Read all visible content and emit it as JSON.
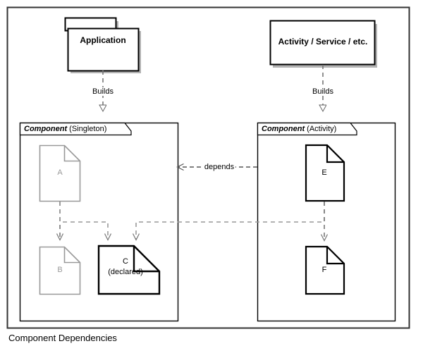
{
  "diagram": {
    "caption": "Component Dependencies",
    "frame": {
      "border_color": "#333333",
      "background": "#ffffff"
    },
    "colors": {
      "stroke_strong": "#000000",
      "stroke_faded": "#999999",
      "frame": "#333333",
      "shadow": "#b3b3b3",
      "arrow": "#666666"
    },
    "packages": [
      {
        "id": "application",
        "label": "Application",
        "shape": "package-folder",
        "style": "solid-shadow"
      },
      {
        "id": "activity-service",
        "label": "Activity / Service / etc.",
        "shape": "rectangle",
        "style": "solid-shadow"
      }
    ],
    "components": [
      {
        "id": "component-singleton",
        "keyword": "Component",
        "stereotype": "(Singleton)",
        "nodes": [
          {
            "id": "node-a",
            "label": "A",
            "sublabel": "",
            "state": "faded"
          },
          {
            "id": "node-b",
            "label": "B",
            "sublabel": "",
            "state": "faded"
          },
          {
            "id": "node-c",
            "label": "C",
            "sublabel": "(declared)",
            "state": "declared"
          }
        ]
      },
      {
        "id": "component-activity",
        "keyword": "Component",
        "stereotype": "(Activity)",
        "nodes": [
          {
            "id": "node-e",
            "label": "E",
            "sublabel": "",
            "state": "declared"
          },
          {
            "id": "node-f",
            "label": "F",
            "sublabel": "",
            "state": "declared"
          }
        ]
      }
    ],
    "edges": [
      {
        "id": "edge-builds-left",
        "label": "Builds",
        "from": "application",
        "to": "component-singleton",
        "style": "dashed",
        "arrowhead": "hollow-triangle"
      },
      {
        "id": "edge-builds-right",
        "label": "Builds",
        "from": "activity-service",
        "to": "component-activity",
        "style": "dashed",
        "arrowhead": "hollow-triangle"
      },
      {
        "id": "edge-depends",
        "label": "depends",
        "from": "component-activity",
        "to": "component-singleton",
        "style": "dashed",
        "arrowhead": "open"
      },
      {
        "id": "edge-a-b",
        "label": "",
        "from": "node-a",
        "to": "node-b",
        "style": "dashed",
        "arrowhead": "open"
      },
      {
        "id": "edge-a-c",
        "label": "",
        "from": "node-a",
        "to": "node-c",
        "style": "dashed",
        "arrowhead": "open"
      },
      {
        "id": "edge-e-c",
        "label": "",
        "from": "node-e",
        "to": "node-c",
        "style": "dashed",
        "arrowhead": "open"
      },
      {
        "id": "edge-e-f",
        "label": "",
        "from": "node-e",
        "to": "node-f",
        "style": "dashed",
        "arrowhead": "open"
      }
    ]
  }
}
